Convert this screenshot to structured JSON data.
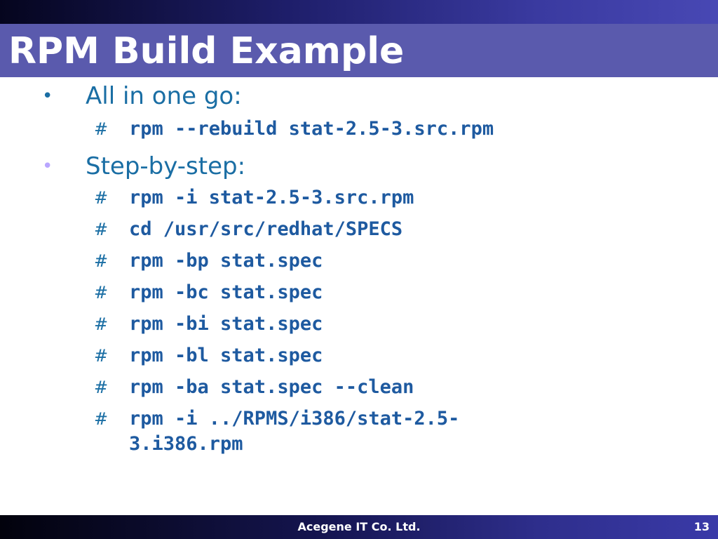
{
  "slide": {
    "title": "RPM Build Example",
    "colors": {
      "title_band": "#5a5aad",
      "bullet_text": "#1a6ea4",
      "code_text": "#1e5aa0",
      "bullet_1_marker": "#1a6ea4",
      "bullet_2_marker": "#b9a6ff"
    }
  },
  "bullets": [
    {
      "marker": "•",
      "text": "All in one go:",
      "commands": [
        {
          "prompt": "#",
          "command": "rpm --rebuild stat-2.5-3.src.rpm"
        }
      ]
    },
    {
      "marker": "•",
      "text": "Step-by-step:",
      "commands": [
        {
          "prompt": "#",
          "command": "rpm -i stat-2.5-3.src.rpm"
        },
        {
          "prompt": "#",
          "command": "cd /usr/src/redhat/SPECS"
        },
        {
          "prompt": "#",
          "command": "rpm -bp stat.spec"
        },
        {
          "prompt": "#",
          "command": "rpm -bc stat.spec"
        },
        {
          "prompt": "#",
          "command": "rpm -bi stat.spec"
        },
        {
          "prompt": "#",
          "command": "rpm -bl stat.spec"
        },
        {
          "prompt": "#",
          "command": "rpm -ba stat.spec --clean"
        },
        {
          "prompt": "#",
          "command": "rpm -i ../RPMS/i386/stat-2.5-\n3.i386.rpm"
        }
      ]
    }
  ],
  "footer": {
    "company": "Acegene IT Co. Ltd.",
    "page_number": "13"
  }
}
